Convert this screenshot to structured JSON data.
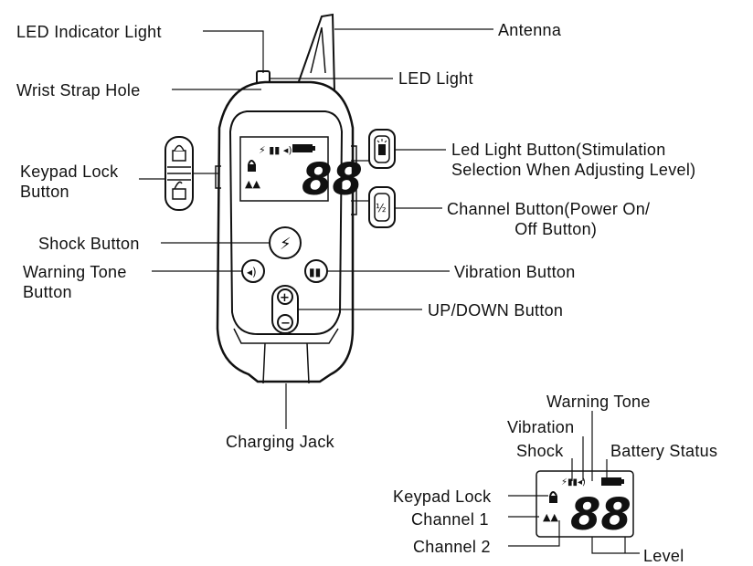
{
  "labels": {
    "led_indicator_light": "LED Indicator Light",
    "antenna": "Antenna",
    "wrist_strap_hole": "Wrist Strap Hole",
    "led_light": "LED Light",
    "keypad_lock_button": "Keypad Lock\nButton",
    "led_light_button": "Led Light Button(Stimulation\nSelection When Adjusting Level)",
    "channel_button": "Channel Button(Power On/\n              Off Button)",
    "shock_button": "Shock Button",
    "warning_tone_button": "Warning Tone\nButton",
    "vibration_button": "Vibration Button",
    "up_down_button": "UP/DOWN Button",
    "charging_jack": "Charging Jack"
  },
  "lcd": {
    "digits": "88",
    "channel_button_face": "½"
  },
  "legend": {
    "warning_tone": "Warning Tone",
    "vibration": "Vibration",
    "shock": "Shock",
    "battery_status": "Battery Status",
    "keypad_lock": "Keypad Lock",
    "channel_1": "Channel 1",
    "channel_2": "Channel 2",
    "level": "Level"
  }
}
